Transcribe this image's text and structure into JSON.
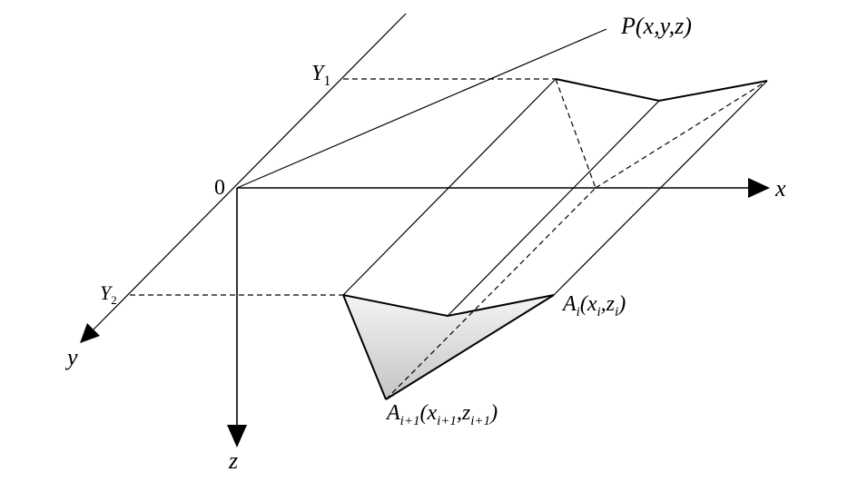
{
  "labels": {
    "origin": "0",
    "x_axis": "x",
    "y_axis": "y",
    "z_axis": "z",
    "y1_main": "Y",
    "y1_sub": "1",
    "y2_main": "Y",
    "y2_sub": "2",
    "point_p": "P(x,y,z)",
    "ai_main": "A",
    "ai_sub": "i",
    "ai_paren_open": "(x",
    "ai_x_sub": "i",
    "ai_mid": ",z",
    "ai_z_sub": "i",
    "ai_close": ")",
    "ai1_main": "A",
    "ai1_sub": "i+1",
    "ai1_paren_open": "(x",
    "ai1_x_sub": "i+1",
    "ai1_mid": ",z",
    "ai1_z_sub": "i+1",
    "ai1_close": ")"
  },
  "colors": {
    "stroke": "#000000",
    "shade_light": "#f4f4f4",
    "shade_dark": "#c4c4c4"
  }
}
